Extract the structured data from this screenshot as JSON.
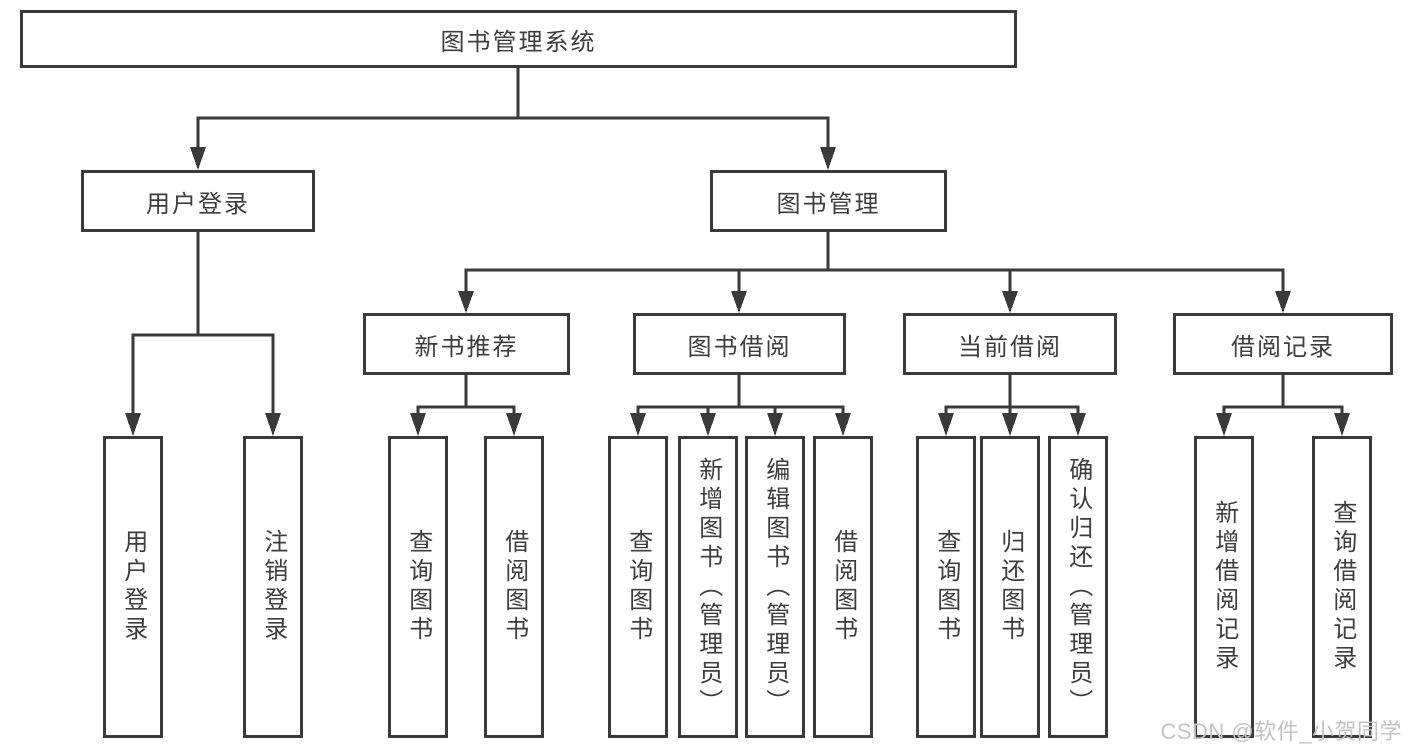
{
  "tree": {
    "root": {
      "label": "图书管理系统"
    },
    "children": [
      {
        "label": "用户登录",
        "children": [
          {
            "label": "用户登录"
          },
          {
            "label": "注销登录"
          }
        ]
      },
      {
        "label": "图书管理",
        "children": [
          {
            "label": "新书推荐",
            "children": [
              {
                "label": "查询图书"
              },
              {
                "label": "借阅图书"
              }
            ]
          },
          {
            "label": "图书借阅",
            "children": [
              {
                "label": "查询图书"
              },
              {
                "label": "新增图书（管理员）"
              },
              {
                "label": "编辑图书（管理员）"
              },
              {
                "label": "借阅图书"
              }
            ]
          },
          {
            "label": "当前借阅",
            "children": [
              {
                "label": "查询图书"
              },
              {
                "label": "归还图书"
              },
              {
                "label": "确认归还（管理员）"
              }
            ]
          },
          {
            "label": "借阅记录",
            "children": [
              {
                "label": "新增借阅记录"
              },
              {
                "label": "查询借阅记录"
              }
            ]
          }
        ]
      }
    ]
  },
  "watermark": {
    "text": "CSDN @软件_小贺同学"
  },
  "colors": {
    "line": "#3a3a3a",
    "text": "#3d3d3d",
    "background": "#ffffff",
    "watermark": "#c3c3c3"
  }
}
